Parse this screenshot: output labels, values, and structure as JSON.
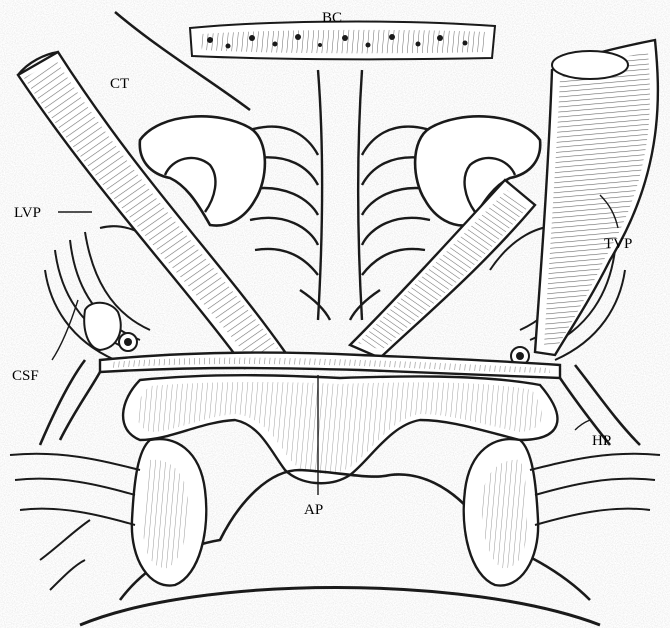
{
  "labels": {
    "bc": "BC",
    "ct": "CT",
    "lvp": "LVP",
    "tvp": "TVP",
    "csf": "CSF",
    "hp": "HP",
    "ap": "AP"
  },
  "colors": {
    "ink": "#1a1a1a",
    "shade_dark": "#6e6e6e",
    "shade_mid": "#9a9a9a",
    "shade_light": "#cfcfcf",
    "paper": "#ffffff"
  }
}
